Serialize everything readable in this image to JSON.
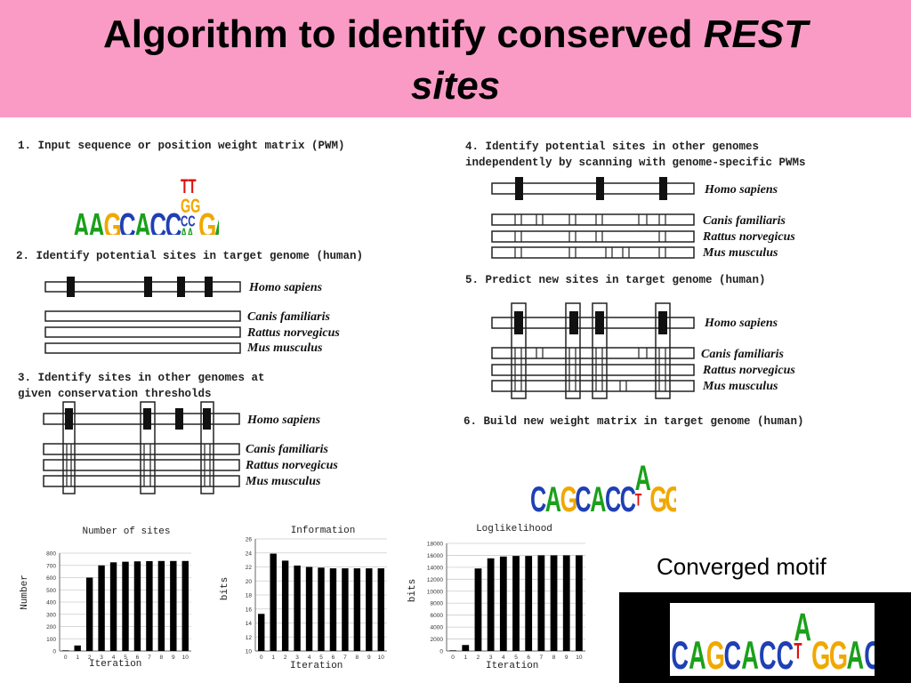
{
  "title": {
    "main": "Algorithm to identify conserved",
    "italic": "REST",
    "line2": "sites"
  },
  "steps": [
    "1. Input sequence or position weight matrix (PWM)",
    "2. Identify potential sites in target genome (human)",
    "3. Identify sites in other genomes at\ngiven conservation thresholds",
    "4. Identify potential sites in other genomes\nindependently by scanning with genome-specific PWMs",
    "5. Predict new sites in target genome (human)",
    "6. Build new weight matrix in target genome (human)"
  ],
  "species": [
    "Homo sapiens",
    "Canis familiaris",
    "Rattus norvegicus",
    "Mus musculus"
  ],
  "logo1": "AAGCACCTGGGACAG",
  "logo1_small": "AAGCACCTTGGGACAG",
  "logo2": "CAGCACCATGGACAG",
  "logo3": "CAGCACCATGGACAG",
  "converged_label": "Converged motif",
  "colors": {
    "banner": "#fa9bc6",
    "A": "#1aa01a",
    "C": "#1f3fb4",
    "G": "#f0a800",
    "T": "#e01010"
  },
  "chart_data": [
    {
      "type": "bar",
      "title": "Number of sites",
      "xlabel": "Iteration",
      "ylabel": "Number",
      "categories": [
        "0",
        "1",
        "2",
        "3",
        "4",
        "5",
        "6",
        "7",
        "8",
        "9",
        "10"
      ],
      "values": [
        5,
        45,
        600,
        700,
        725,
        730,
        733,
        735,
        736,
        736,
        736
      ],
      "ylim": [
        0,
        800
      ],
      "yticks": [
        "0",
        "100",
        "200",
        "300",
        "400",
        "500",
        "600",
        "700",
        "800"
      ]
    },
    {
      "type": "bar",
      "title": "Information",
      "xlabel": "Iteration",
      "ylabel": "bits",
      "categories": [
        "0",
        "1",
        "2",
        "3",
        "4",
        "5",
        "6",
        "7",
        "8",
        "9",
        "10"
      ],
      "values": [
        15.3,
        23.9,
        22.9,
        22.2,
        22.0,
        21.9,
        21.8,
        21.8,
        21.8,
        21.8,
        21.8
      ],
      "ylim": [
        10,
        26
      ],
      "yticks": [
        "10",
        "12",
        "14",
        "16",
        "18",
        "20",
        "22",
        "24",
        "26"
      ]
    },
    {
      "type": "bar",
      "title": "Loglikelihood",
      "xlabel": "Iteration",
      "ylabel": "bits",
      "categories": [
        "0",
        "1",
        "2",
        "3",
        "4",
        "5",
        "6",
        "7",
        "8",
        "9",
        "10"
      ],
      "values": [
        100,
        1000,
        13800,
        15500,
        15800,
        15900,
        15900,
        16000,
        16000,
        16000,
        16000
      ],
      "ylim": [
        0,
        18000
      ],
      "yticks": [
        "0",
        "2000",
        "4000",
        "6000",
        "8000",
        "10000",
        "12000",
        "14000",
        "16000",
        "18000"
      ]
    }
  ]
}
